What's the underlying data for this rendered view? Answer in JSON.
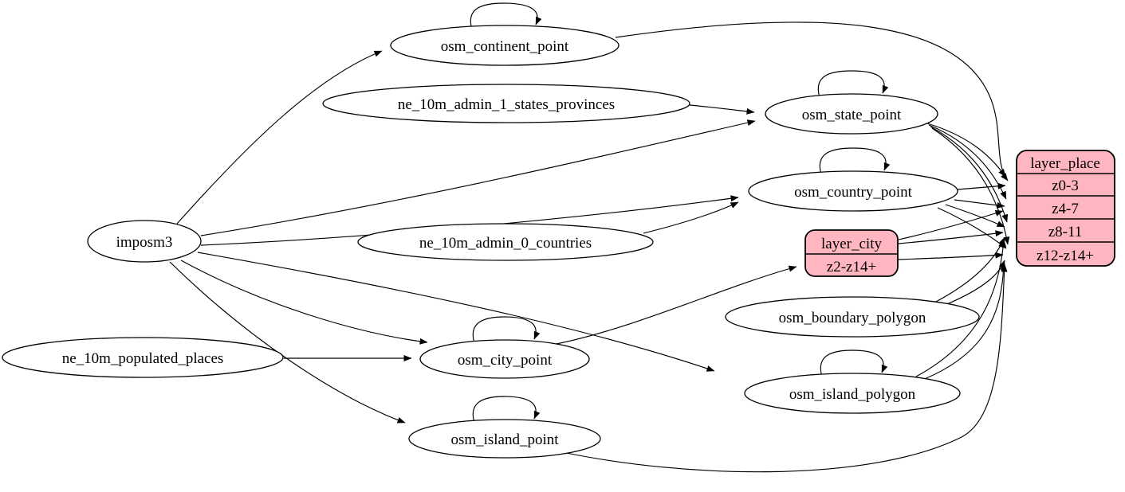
{
  "diagram": {
    "type": "etl-graph",
    "colors": {
      "background": "#ffffff",
      "node_fill": "#ffffff",
      "record_fill": "#ffb6c1",
      "stroke": "#000000"
    },
    "nodes": {
      "imposm3": "imposm3",
      "osm_continent_point": "osm_continent_point",
      "ne_10m_admin_1_states_provinces": "ne_10m_admin_1_states_provinces",
      "osm_state_point": "osm_state_point",
      "osm_country_point": "osm_country_point",
      "ne_10m_admin_0_countries": "ne_10m_admin_0_countries",
      "osm_boundary_polygon": "osm_boundary_polygon",
      "osm_city_point": "osm_city_point",
      "ne_10m_populated_places": "ne_10m_populated_places",
      "osm_island_polygon": "osm_island_polygon",
      "osm_island_point": "osm_island_point"
    },
    "records": {
      "layer_city": {
        "title": "layer_city",
        "rows": [
          "z2-z14+"
        ]
      },
      "layer_place": {
        "title": "layer_place",
        "rows": [
          "z0-3",
          "z4-7",
          "z8-11",
          "z12-z14+"
        ]
      }
    },
    "edges": [
      {
        "from": "imposm3",
        "to": "osm_continent_point"
      },
      {
        "from": "imposm3",
        "to": "osm_state_point"
      },
      {
        "from": "imposm3",
        "to": "osm_country_point"
      },
      {
        "from": "imposm3",
        "to": "osm_city_point"
      },
      {
        "from": "imposm3",
        "to": "osm_island_polygon"
      },
      {
        "from": "imposm3",
        "to": "osm_island_point"
      },
      {
        "from": "ne_10m_admin_1_states_provinces",
        "to": "osm_state_point"
      },
      {
        "from": "ne_10m_admin_0_countries",
        "to": "osm_country_point"
      },
      {
        "from": "ne_10m_populated_places",
        "to": "osm_city_point"
      },
      {
        "from": "osm_continent_point",
        "to": "osm_continent_point"
      },
      {
        "from": "osm_state_point",
        "to": "osm_state_point"
      },
      {
        "from": "osm_country_point",
        "to": "osm_country_point"
      },
      {
        "from": "osm_city_point",
        "to": "osm_city_point"
      },
      {
        "from": "osm_island_polygon",
        "to": "osm_island_polygon"
      },
      {
        "from": "osm_island_point",
        "to": "osm_island_point"
      },
      {
        "from": "osm_continent_point",
        "to": "layer_place:z0-3"
      },
      {
        "from": "osm_state_point",
        "to": "layer_place:z0-3"
      },
      {
        "from": "osm_state_point",
        "to": "layer_place:z4-7"
      },
      {
        "from": "osm_state_point",
        "to": "layer_place:z8-11"
      },
      {
        "from": "osm_state_point",
        "to": "layer_place:z12-z14+"
      },
      {
        "from": "osm_country_point",
        "to": "layer_place:z0-3"
      },
      {
        "from": "osm_country_point",
        "to": "layer_place:z4-7"
      },
      {
        "from": "osm_country_point",
        "to": "layer_place:z8-11"
      },
      {
        "from": "osm_country_point",
        "to": "layer_place:z12-z14+"
      },
      {
        "from": "osm_city_point",
        "to": "layer_city:z2-z14+"
      },
      {
        "from": "layer_city",
        "to": "layer_place:z4-7"
      },
      {
        "from": "layer_city",
        "to": "layer_place:z8-11"
      },
      {
        "from": "layer_city",
        "to": "layer_place:z12-z14+"
      },
      {
        "from": "osm_boundary_polygon",
        "to": "layer_place:z8-11"
      },
      {
        "from": "osm_boundary_polygon",
        "to": "layer_place:z12-z14+"
      },
      {
        "from": "osm_island_polygon",
        "to": "layer_place:z8-11"
      },
      {
        "from": "osm_island_polygon",
        "to": "layer_place:z12-z14+"
      },
      {
        "from": "osm_island_point",
        "to": "layer_place:z12-z14+"
      }
    ]
  }
}
